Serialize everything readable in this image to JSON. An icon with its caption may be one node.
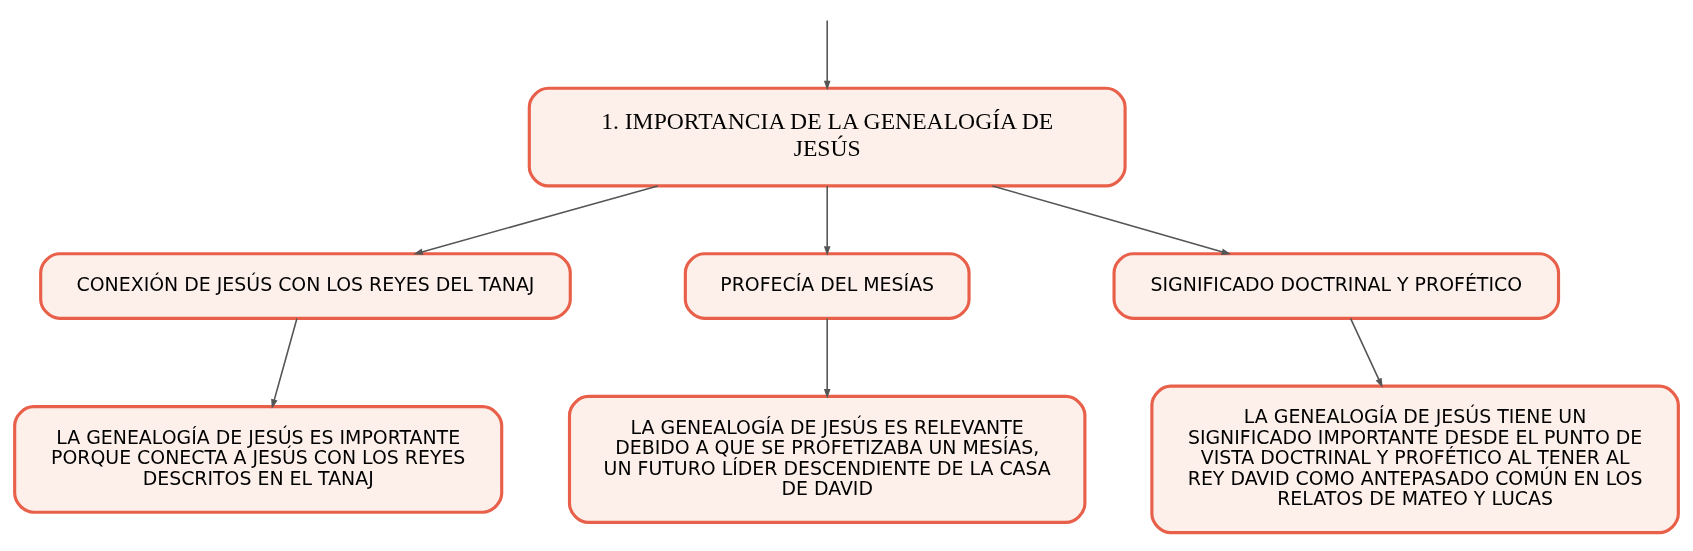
{
  "diagram": {
    "nodes": [
      {
        "text": [
          "1. IMPORTANCIA DE LA GENEALOGÍA DE JESÚS"
        ]
      },
      {
        "text": [
          "CONEXIÓN DE JESÚS CON LOS REYES DEL TANAJ"
        ]
      },
      {
        "text": [
          "PROFECÍA DEL MESÍAS"
        ]
      },
      {
        "text": [
          "SIGNIFICADO DOCTRINAL Y PROFÉTICO"
        ]
      },
      {
        "text": [
          "LA GENEALOGÍA DE JESÚS ES IMPORTANTE PORQUE CONECTA A JESÚS CON LOS REYES DESCRITOS EN EL TANAJ"
        ]
      },
      {
        "text": [
          "LA GENEALOGÍA DE JESÚS ES RELEVANTE DEBIDO A QUE SE PROFETIZABA UN MESÍAS, UN FUTURO LÍDER DESCENDIENTE DE LA CASA DE DAVID"
        ]
      },
      {
        "text": [
          "LA GENEALOGÍA DE JESÚS TIENE UN SIGNIFICADO IMPORTANTE DESDE EL PUNTO DE VISTA DOCTRINAL Y PROFÉTICO AL TENER AL REY DAVID COMO ANTEPASADO COMÚN EN LOS RELATOS DE MATEO Y LUCAS"
        ]
      }
    ],
    "edges": [
      {
        "from": null,
        "to": 0,
        "arrow": "to"
      },
      {
        "from": 0,
        "to": 1,
        "arrow": "to"
      },
      {
        "from": 0,
        "to": 2,
        "arrow": "to"
      },
      {
        "from": 0,
        "to": 3,
        "arrow": "to"
      },
      {
        "from": 1,
        "to": 4,
        "arrow": "to"
      },
      {
        "from": 2,
        "to": 5,
        "arrow": "to"
      },
      {
        "from": 3,
        "to": 6,
        "arrow": "to"
      }
    ]
  }
}
